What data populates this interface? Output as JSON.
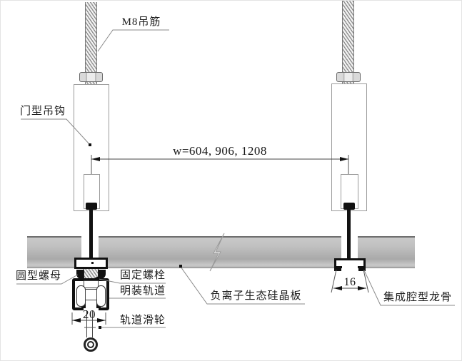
{
  "labels": {
    "m8_rod": "M8吊筋",
    "door_hook": "门型吊钩",
    "round_nut": "圆型螺母",
    "fixing_bolt": "固定螺栓",
    "surface_track": "明装轨道",
    "track_pulley": "轨道滑轮",
    "silicon_panel": "负离子生态硅晶板",
    "cavity_keel": "集成腔型龙骨"
  },
  "dimensions": {
    "span": "w=604, 906, 1208",
    "track_width": "20",
    "keel_width": "16"
  },
  "colors": {
    "line_dark": "#333333",
    "black_fill": "#111111",
    "panel_gray": "#b9b9b9",
    "leader_gray": "#8a8a8a",
    "background": "#ffffff"
  }
}
